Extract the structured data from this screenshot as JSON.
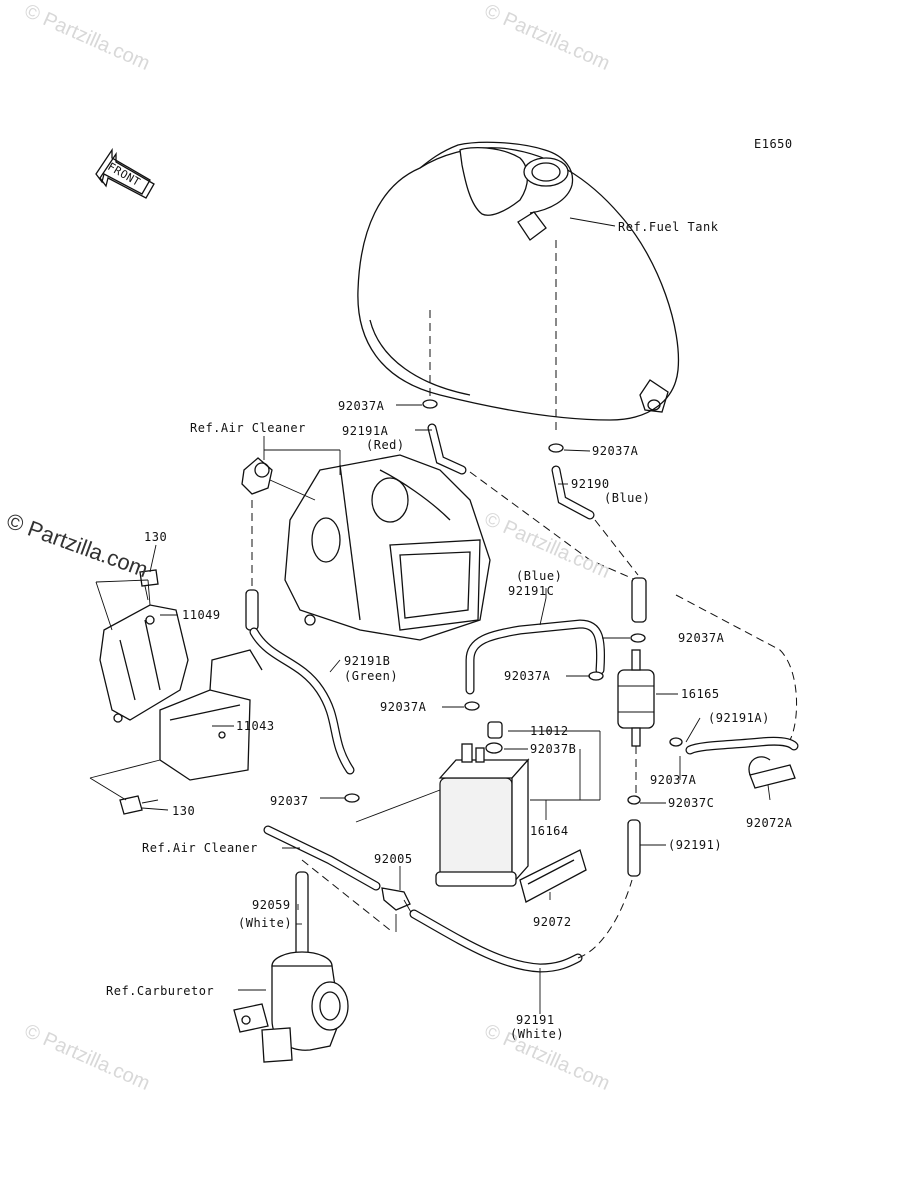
{
  "diagram_code": "E1650",
  "front_arrow": "FRONT",
  "watermark": "© Partzilla.com",
  "side_watermark": "© Partzilla.com",
  "labels": {
    "ref_fuel_tank": "Ref.Fuel Tank",
    "ref_air_cleaner_top": "Ref.Air Cleaner",
    "ref_air_cleaner_bottom": "Ref.Air Cleaner",
    "ref_carburetor": "Ref.Carburetor",
    "p92037A_1": "92037A",
    "p92037A_2": "92037A",
    "p92037A_3": "92037A",
    "p92037A_4": "92037A",
    "p92037A_5": "92037A",
    "p92037A_6": "92037A",
    "p92191A": "92191A",
    "p92191A_color": "(Red)",
    "p92190": "92190",
    "p92190_color": "(Blue)",
    "p130_top": "130",
    "p130_bottom": "130",
    "p11049": "11049",
    "p11043": "11043",
    "p92191C_color": "(Blue)",
    "p92191C": "92191C",
    "p92191B": "92191B",
    "p92191B_color": "(Green)",
    "p16165": "16165",
    "p92191A_paren": "(92191A)",
    "p11012": "11012",
    "p92037B": "92037B",
    "p92037C": "92037C",
    "p92072A": "92072A",
    "p92037": "92037",
    "p16164": "16164",
    "p92191_paren": "(92191)",
    "p92005": "92005",
    "p92059": "92059",
    "p92059_color": "(White)",
    "p92072": "92072",
    "p92191": "92191",
    "p92191_color": "(White)"
  }
}
